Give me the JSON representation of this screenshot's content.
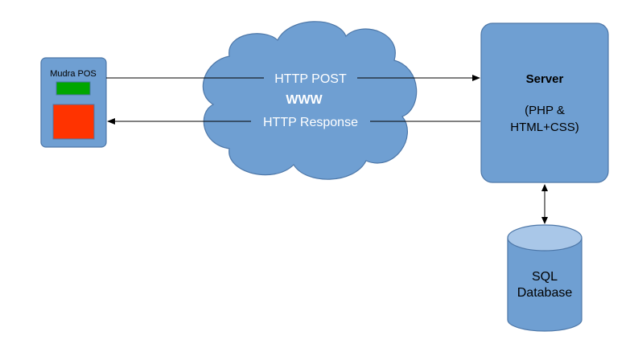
{
  "pos": {
    "label": "Mudra POS",
    "green_indicator_color": "#00a600",
    "red_display_color": "#ff3300"
  },
  "cloud": {
    "label": "WWW"
  },
  "arrows": {
    "request_label": "HTTP POST",
    "response_label": "HTTP Response"
  },
  "server": {
    "title": "Server",
    "subtitle_line1": "(PHP &",
    "subtitle_line2": "HTML+CSS)"
  },
  "database": {
    "line1": "SQL",
    "line2": "Database"
  },
  "colors": {
    "fill": "#6f9fd2",
    "stroke": "#4d77a8",
    "db_top": "#a9c7e8"
  }
}
